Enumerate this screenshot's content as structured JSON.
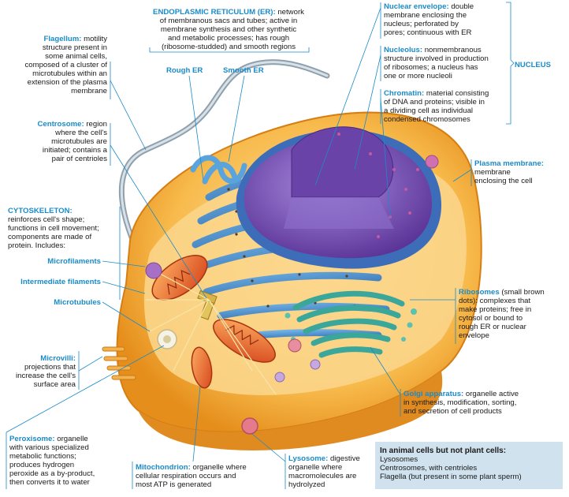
{
  "labels": {
    "er": {
      "title": "ENDOPLASMIC RETICULUM (ER):",
      "lines": [
        "network",
        "of membranous sacs and tubes; active in",
        "membrane synthesis and other synthetic",
        "and metabolic processes; has rough",
        "(ribosome-studded) and smooth regions"
      ]
    },
    "rough_er": "Rough ER",
    "smooth_er": "Smooth ER",
    "flagellum": {
      "title": "Flagellum:",
      "lines": [
        "motility",
        "structure present in",
        "some animal cells,",
        "composed of a cluster of",
        "microtubules within an",
        "extension of the plasma",
        "membrane"
      ]
    },
    "centrosome": {
      "title": "Centrosome:",
      "lines": [
        "region",
        "where the cell's",
        "microtubules are",
        "initiated; contains a",
        "pair of centrioles"
      ]
    },
    "cytoskeleton": {
      "title": "CYTOSKELETON:",
      "lines": [
        "reinforces cell's shape;",
        "functions in cell movement;",
        "components are made of",
        "protein. Includes:"
      ]
    },
    "microfilaments": "Microfilaments",
    "intermediate_filaments": "Intermediate filaments",
    "microtubules": "Microtubules",
    "microvilli": {
      "title": "Microvilli:",
      "lines": [
        "projections that",
        "increase the cell's",
        "surface area"
      ]
    },
    "peroxisome": {
      "title": "Peroxisome:",
      "lines": [
        "organelle",
        "with various specialized",
        "metabolic functions;",
        "produces hydrogen",
        "peroxide as a by-product,",
        "then converts it to water"
      ]
    },
    "mitochondrion": {
      "title": "Mitochondrion:",
      "lines": [
        "organelle where",
        "cellular respiration occurs and",
        "most ATP is generated"
      ]
    },
    "lysosome": {
      "title": "Lysosome:",
      "lines": [
        "digestive",
        "organelle where",
        "macromolecules are",
        "hydrolyzed"
      ]
    },
    "golgi": {
      "title": "Golgi apparatus:",
      "lines": [
        "organelle active",
        "in synthesis, modification, sorting,",
        "and secretion of cell products"
      ]
    },
    "ribosomes": {
      "title": "Ribosomes",
      "lines": [
        "(small brown",
        "dots): complexes  that",
        "make proteins; free in",
        "cytosol or bound to",
        "rough ER or nuclear",
        "envelope"
      ]
    },
    "plasma_membrane": {
      "title": "Plasma membrane:",
      "lines": [
        "membrane",
        "enclosing the cell"
      ]
    },
    "nuclear_envelope": {
      "title": "Nuclear envelope:",
      "lines": [
        "double",
        "membrane enclosing the",
        "nucleus; perforated by",
        "pores; continuous with ER"
      ]
    },
    "nucleolus": {
      "title": "Nucleolus:",
      "lines": [
        "nonmembranous",
        "structure involved in production",
        "of ribosomes; a nucleus has",
        "one or more nucleoli"
      ]
    },
    "chromatin": {
      "title": "Chromatin:",
      "lines": [
        "material consisting",
        "of DNA and proteins; visible in",
        "a dividing cell as individual",
        "condensed chromosomes"
      ]
    },
    "nucleus": "NUCLEUS"
  },
  "info_box": {
    "title": "In animal cells but not plant cells:",
    "items": [
      "Lysosomes",
      "Centrosomes, with centrioles",
      "Flagella (but present in some plant sperm)"
    ]
  },
  "colors": {
    "label_blue": "#1a8bc9",
    "box_bg": "#cfe2ee",
    "cytoplasm": "#f4a73a",
    "er": "#3d7fc0",
    "nucleus": "#7a4ab8",
    "mito": "#e8642c",
    "golgi": "#3aa79a"
  }
}
